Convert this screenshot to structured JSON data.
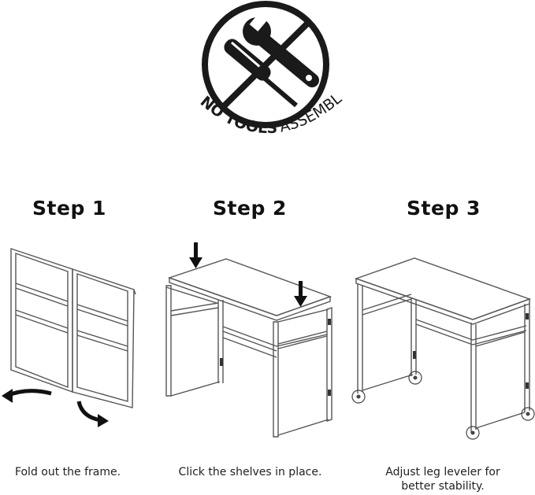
{
  "logo": {
    "text_bold": "NO TOOLS",
    "text_light": "ASSEMBLY",
    "icon": "no-tools-icon"
  },
  "steps": [
    {
      "title": "Step 1",
      "caption": "Fold out the frame."
    },
    {
      "title": "Step 2",
      "caption": "Click the shelves in place."
    },
    {
      "title": "Step 3",
      "caption_line1": "Adjust leg leveler for",
      "caption_line2": "better stability."
    }
  ]
}
